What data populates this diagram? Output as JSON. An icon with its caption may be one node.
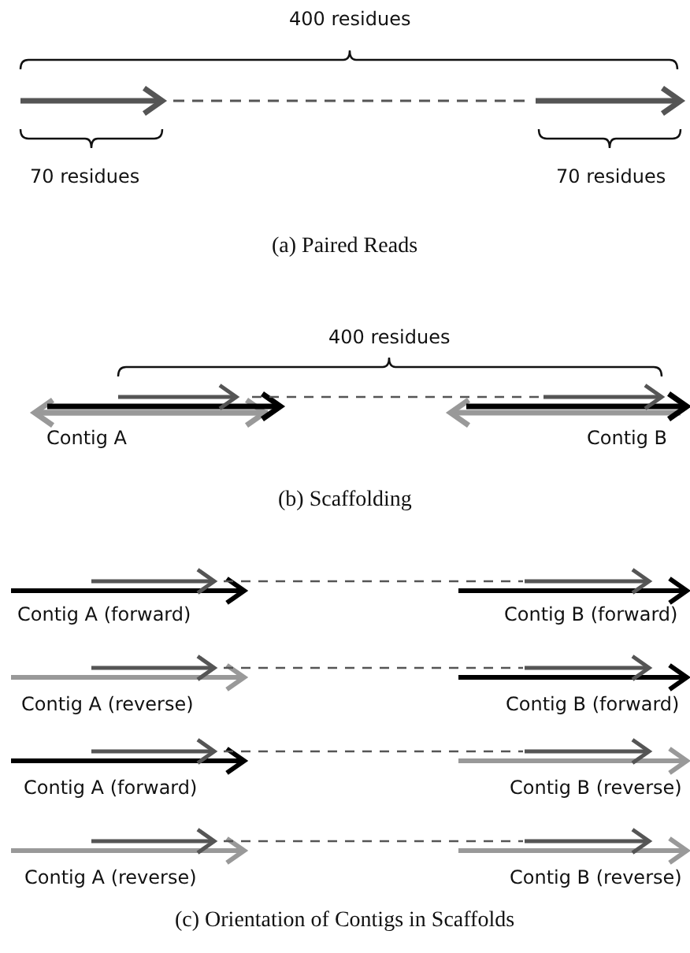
{
  "diagram": {
    "labels": [
      "400 residues",
      "70 residues",
      "70 residues",
      "(a) Paired Reads",
      "400 residues",
      "Contig A",
      "Contig B",
      "(b) Scaffolding",
      "Contig A (forward)",
      "Contig B (forward)",
      "Contig A (reverse)",
      "Contig B (forward)",
      "Contig A (forward)",
      "Contig B (reverse)",
      "Contig A (reverse)",
      "Contig B (reverse)",
      "(c) Orientation of Contigs in Scaffolds"
    ]
  }
}
